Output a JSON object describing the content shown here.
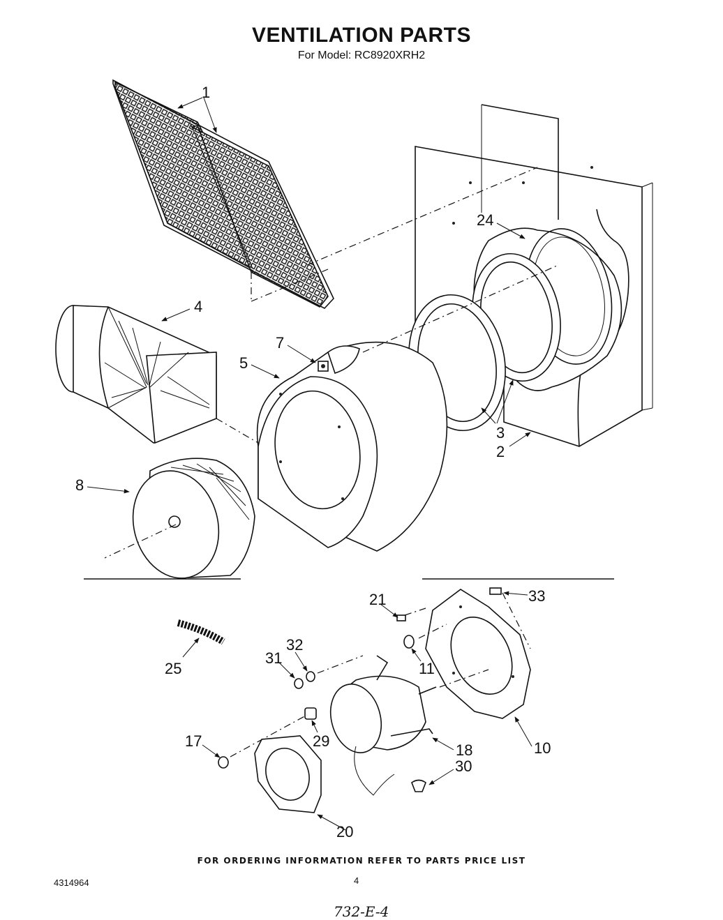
{
  "header": {
    "title": "VENTILATION PARTS",
    "model_line": "For Model: RC8920XRH2"
  },
  "callouts": [
    {
      "id": "p1",
      "label": "1"
    },
    {
      "id": "p24",
      "label": "24"
    },
    {
      "id": "p4",
      "label": "4"
    },
    {
      "id": "p7",
      "label": "7"
    },
    {
      "id": "p5",
      "label": "5"
    },
    {
      "id": "p3",
      "label": "3"
    },
    {
      "id": "p2",
      "label": "2"
    },
    {
      "id": "p8",
      "label": "8"
    },
    {
      "id": "p21",
      "label": "21"
    },
    {
      "id": "p33",
      "label": "33"
    },
    {
      "id": "p32",
      "label": "32"
    },
    {
      "id": "p31",
      "label": "31"
    },
    {
      "id": "p25",
      "label": "25"
    },
    {
      "id": "p11",
      "label": "11"
    },
    {
      "id": "p17",
      "label": "17"
    },
    {
      "id": "p29",
      "label": "29"
    },
    {
      "id": "p18",
      "label": "18"
    },
    {
      "id": "p10",
      "label": "10"
    },
    {
      "id": "p30",
      "label": "30"
    },
    {
      "id": "p20",
      "label": "20"
    }
  ],
  "footer": {
    "ordering_note": "FOR ORDERING INFORMATION REFER TO PARTS PRICE LIST",
    "doc_number": "4314964",
    "page_number": "4",
    "handwritten_code": "732-E-4"
  }
}
